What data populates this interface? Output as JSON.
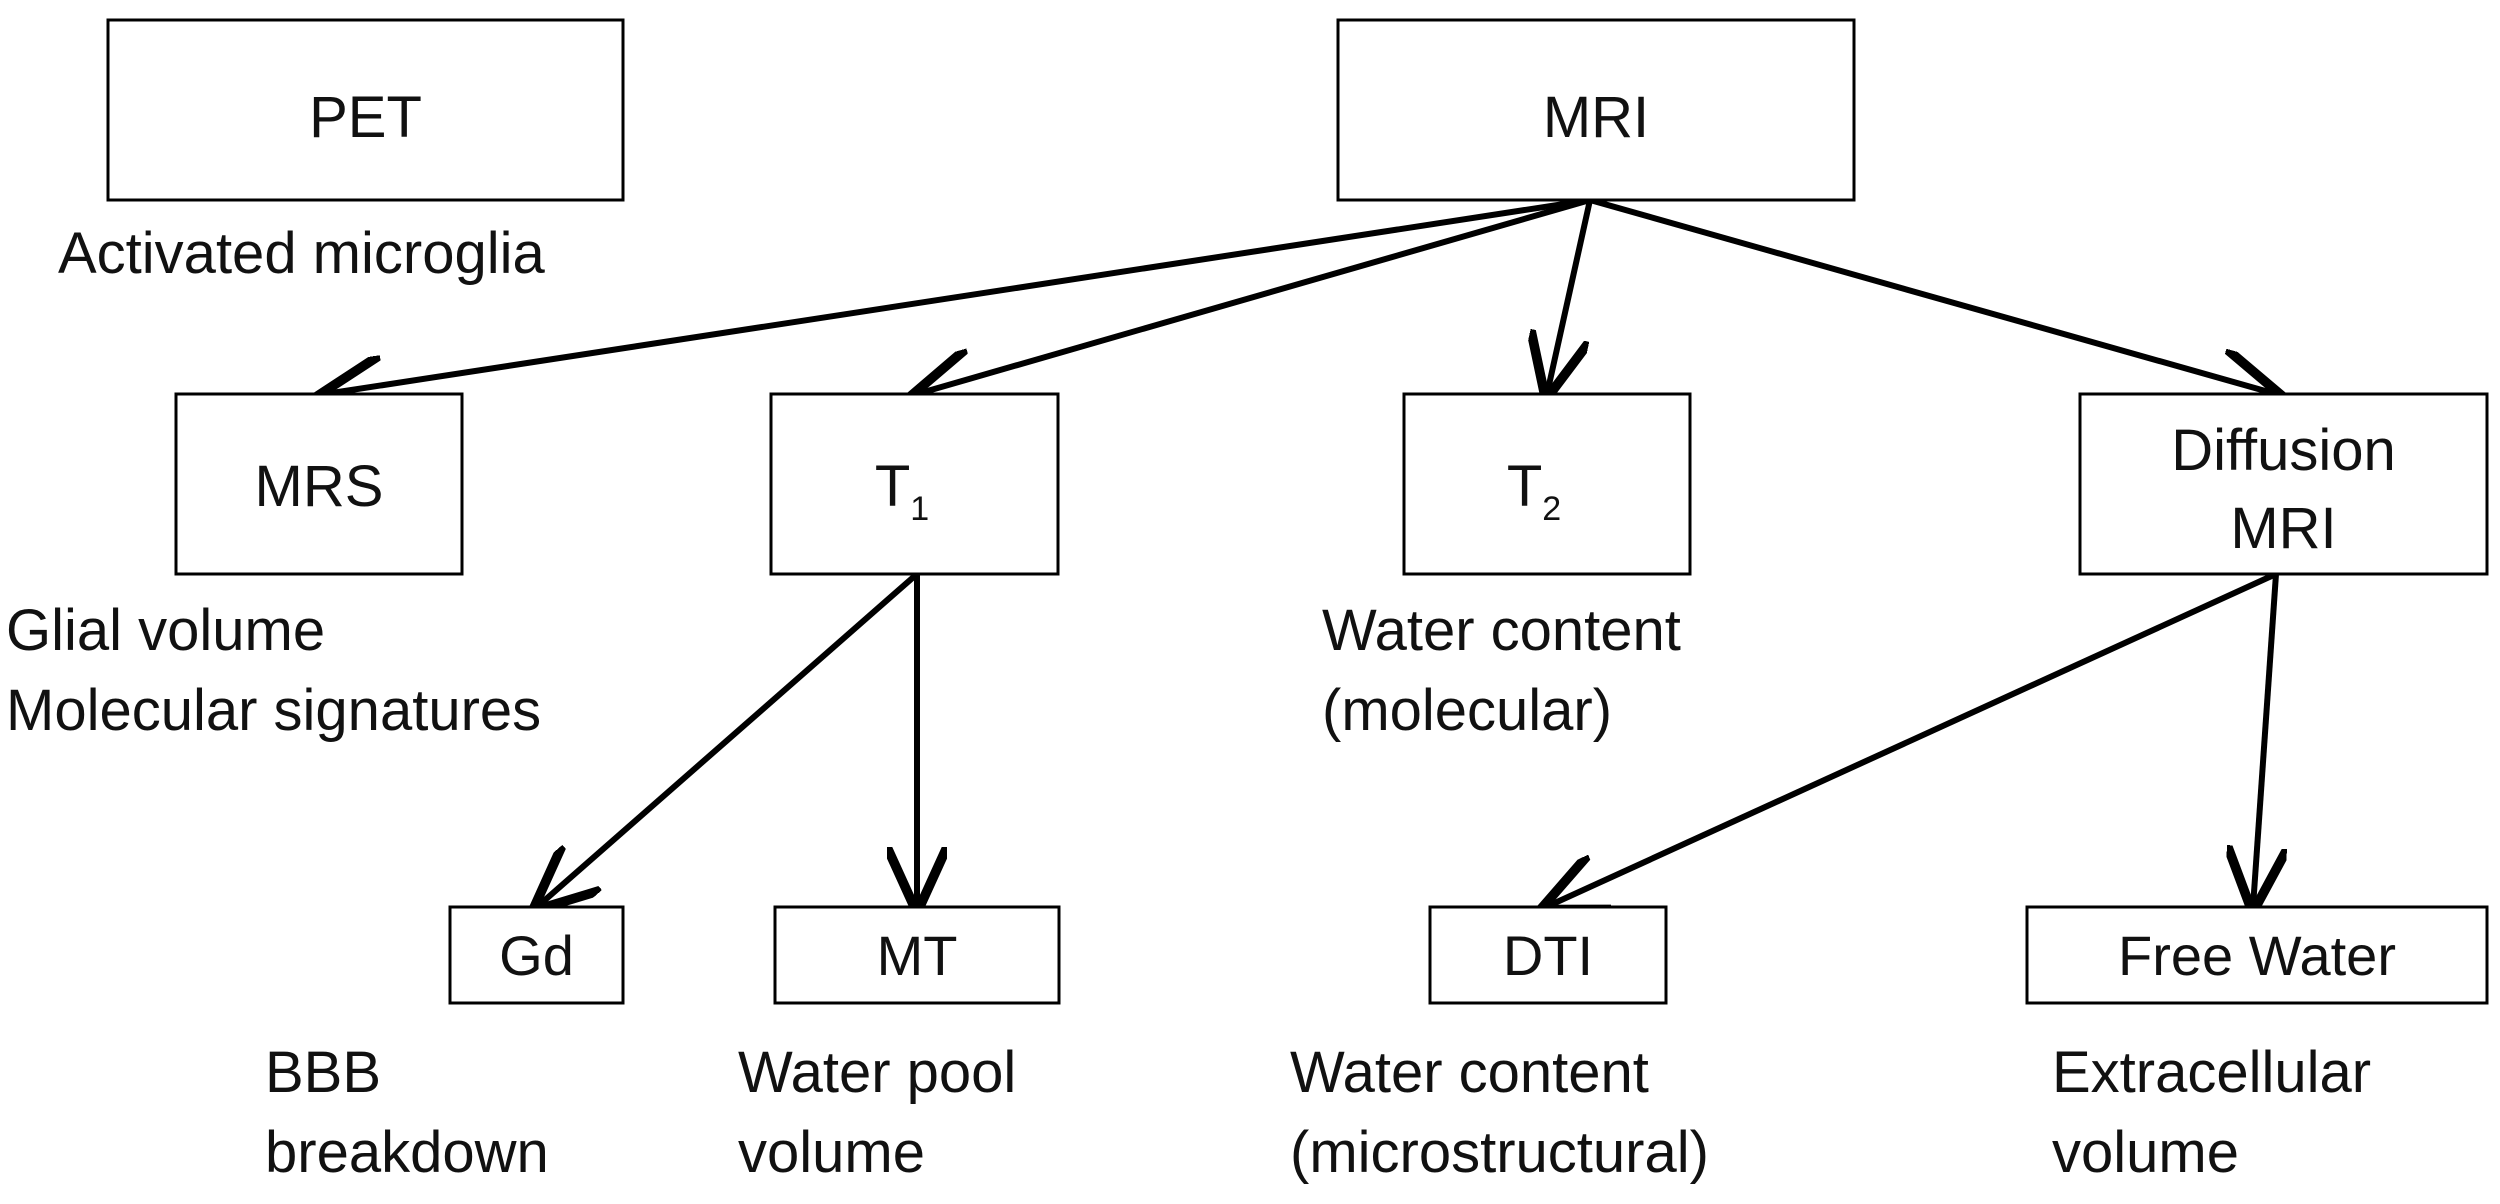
{
  "nodes": {
    "pet": {
      "label": "PET"
    },
    "mri": {
      "label": "MRI"
    },
    "mrs": {
      "label": "MRS"
    },
    "t1": {
      "label": "T",
      "subscript": "1"
    },
    "t2": {
      "label": "T",
      "subscript": "2"
    },
    "diffusion": {
      "line1": "Diffusion",
      "line2": "MRI"
    },
    "gd": {
      "label": "Gd"
    },
    "mt": {
      "label": "MT"
    },
    "dti": {
      "label": "DTI"
    },
    "free_water": {
      "label": "Free Water"
    }
  },
  "captions": {
    "pet": [
      "Activated microglia"
    ],
    "mrs": [
      "Glial volume",
      "Molecular signatures"
    ],
    "t2": [
      "Water content",
      "(molecular)"
    ],
    "gd": [
      "BBB",
      "breakdown"
    ],
    "mt": [
      "Water pool",
      "volume"
    ],
    "dti": [
      "Water content",
      "(microstructural)"
    ],
    "free_water": [
      "Extracellular",
      "volume"
    ]
  },
  "edges": [
    {
      "from": "mri",
      "to": "mrs"
    },
    {
      "from": "mri",
      "to": "t1"
    },
    {
      "from": "mri",
      "to": "t2"
    },
    {
      "from": "mri",
      "to": "diffusion"
    },
    {
      "from": "t1",
      "to": "gd"
    },
    {
      "from": "t1",
      "to": "mt"
    },
    {
      "from": "diffusion",
      "to": "dti"
    },
    {
      "from": "diffusion",
      "to": "free_water"
    }
  ]
}
